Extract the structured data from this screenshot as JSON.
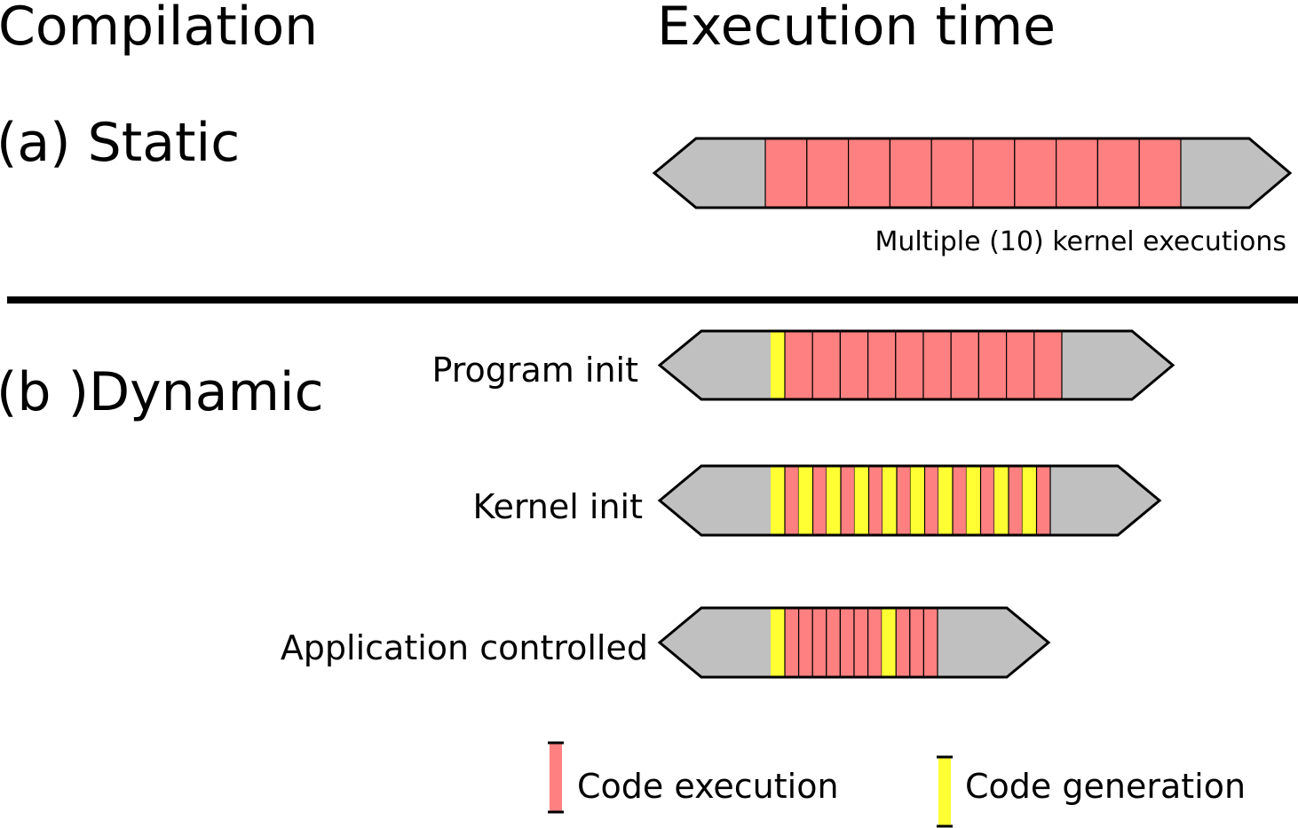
{
  "header": {
    "left_title": "Compilation",
    "right_title": "Execution time"
  },
  "static_section": {
    "label": "(a) Static",
    "note": "Multiple (10) kernel executions",
    "segments": [
      "exec",
      "exec",
      "exec",
      "exec",
      "exec",
      "exec",
      "exec",
      "exec",
      "exec",
      "exec"
    ]
  },
  "dynamic_section": {
    "label": "(b )Dynamic",
    "timelines": [
      {
        "label": "Program init",
        "segments": [
          "gen",
          "exec",
          "exec",
          "exec",
          "exec",
          "exec",
          "exec",
          "exec",
          "exec",
          "exec",
          "exec"
        ]
      },
      {
        "label": "Kernel init",
        "segments": [
          "gen",
          "exec",
          "gen",
          "exec",
          "gen",
          "exec",
          "gen",
          "exec",
          "gen",
          "exec",
          "gen",
          "exec",
          "gen",
          "exec",
          "gen",
          "exec",
          "gen",
          "exec",
          "gen",
          "exec"
        ]
      },
      {
        "label": "Application controlled",
        "segments": [
          "gen",
          "exec",
          "exec",
          "exec",
          "exec",
          "exec",
          "exec",
          "exec",
          "gen",
          "exec",
          "exec",
          "exec"
        ]
      }
    ]
  },
  "legend": {
    "execution_label": "Code execution",
    "generation_label": "Code generation"
  },
  "colors": {
    "execution": "#ff8080",
    "generation": "#ffff33",
    "body": "#c0c0c0",
    "stroke": "#000000"
  }
}
